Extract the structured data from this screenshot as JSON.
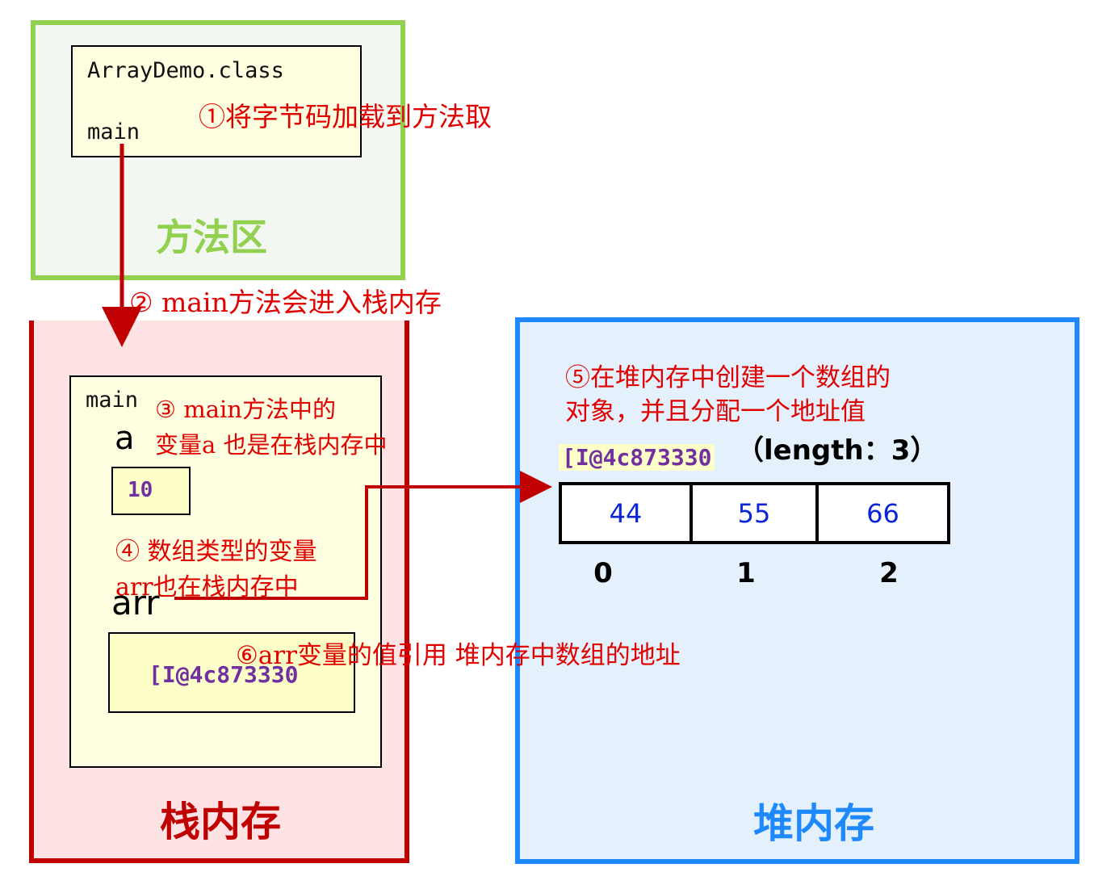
{
  "method_area": {
    "title": "方法区",
    "class_name": "ArrayDemo.class",
    "method_name": "main",
    "annotation": "①将字节码加载到方法取"
  },
  "step2": "② main方法会进入栈内存",
  "stack": {
    "title": "栈内存",
    "frame_name": "main",
    "annotation_3_line1": "③ main方法中的",
    "annotation_3_line2": "变量a 也是在栈内存中",
    "var_a": {
      "name": "a",
      "value": "10"
    },
    "annotation_4_line1": "④ 数组类型的变量",
    "annotation_4_line2": "arr也在栈内存中",
    "var_arr": {
      "name": "arr",
      "value": "[I@4c873330"
    }
  },
  "step6": "⑥arr变量的值引用 堆内存中数组的地址",
  "heap": {
    "title": "堆内存",
    "annotation_5_line1": "⑤在堆内存中创建一个数组的",
    "annotation_5_line2": "对象，并且分配一个地址值",
    "address": "[I@4c873330",
    "length_label": "（length：3）",
    "cells": [
      "44",
      "55",
      "66"
    ],
    "indices": [
      "0",
      "1",
      "2"
    ]
  },
  "colors": {
    "method_area": "#92d050",
    "stack": "#c00000",
    "heap": "#1e88ff",
    "annotation": "#e00000",
    "address": "#7030a0",
    "cell_value": "#0a25d8"
  }
}
